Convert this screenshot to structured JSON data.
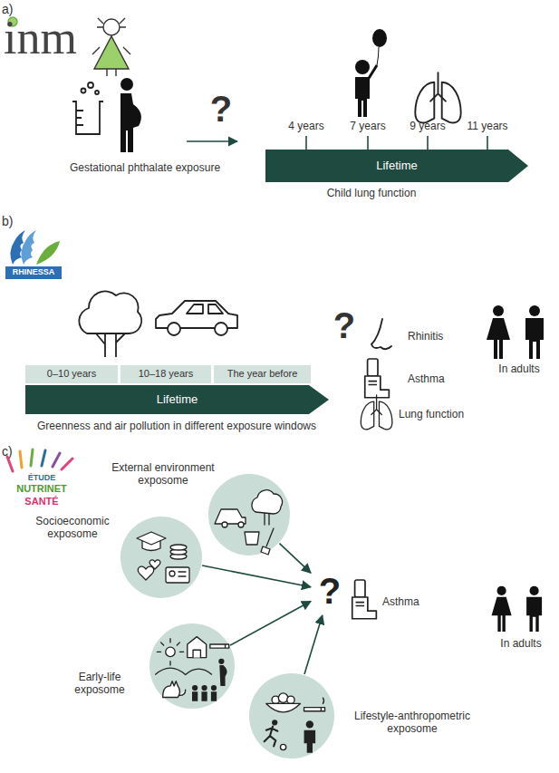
{
  "diagram": {
    "nodes": [
      {
        "text": [
          "Lifetime"
        ]
      },
      {
        "text": [
          "Lifetime"
        ]
      },
      {
        "text": [
          "0–10 years"
        ]
      },
      {
        "text": [
          "10–18 years"
        ]
      },
      {
        "text": [
          "The year before"
        ]
      },
      {
        "text": [
          "External environment exposome"
        ]
      },
      {
        "text": [
          "Socioeconomic exposome"
        ]
      },
      {
        "text": [
          "Early-life exposome"
        ]
      },
      {
        "text": [
          "Lifestyle-anthropometric exposome"
        ]
      },
      {
        "text": [
          "?"
        ]
      }
    ],
    "edges": [
      {
        "from": 5,
        "to": 9,
        "arrow": "to"
      },
      {
        "from": 6,
        "to": 9,
        "arrow": "to"
      },
      {
        "from": 7,
        "to": 9,
        "arrow": "to"
      },
      {
        "from": 8,
        "to": 9,
        "arrow": "to"
      }
    ],
    "labels": [
      "a)",
      "inm",
      "?",
      "4 years",
      "7 years",
      "9 years",
      "11 years",
      "Gestational phthalate exposure",
      "Child lung function",
      "b)",
      "RHINESSA",
      "Greenness and air pollution in different exposure windows",
      "?",
      "Rhinitis",
      "Asthma",
      "Lung function",
      "In adults",
      "c)",
      "ÉTUDE",
      "NUTRINET",
      "SANTÉ",
      "Asthma",
      "In adults"
    ]
  }
}
